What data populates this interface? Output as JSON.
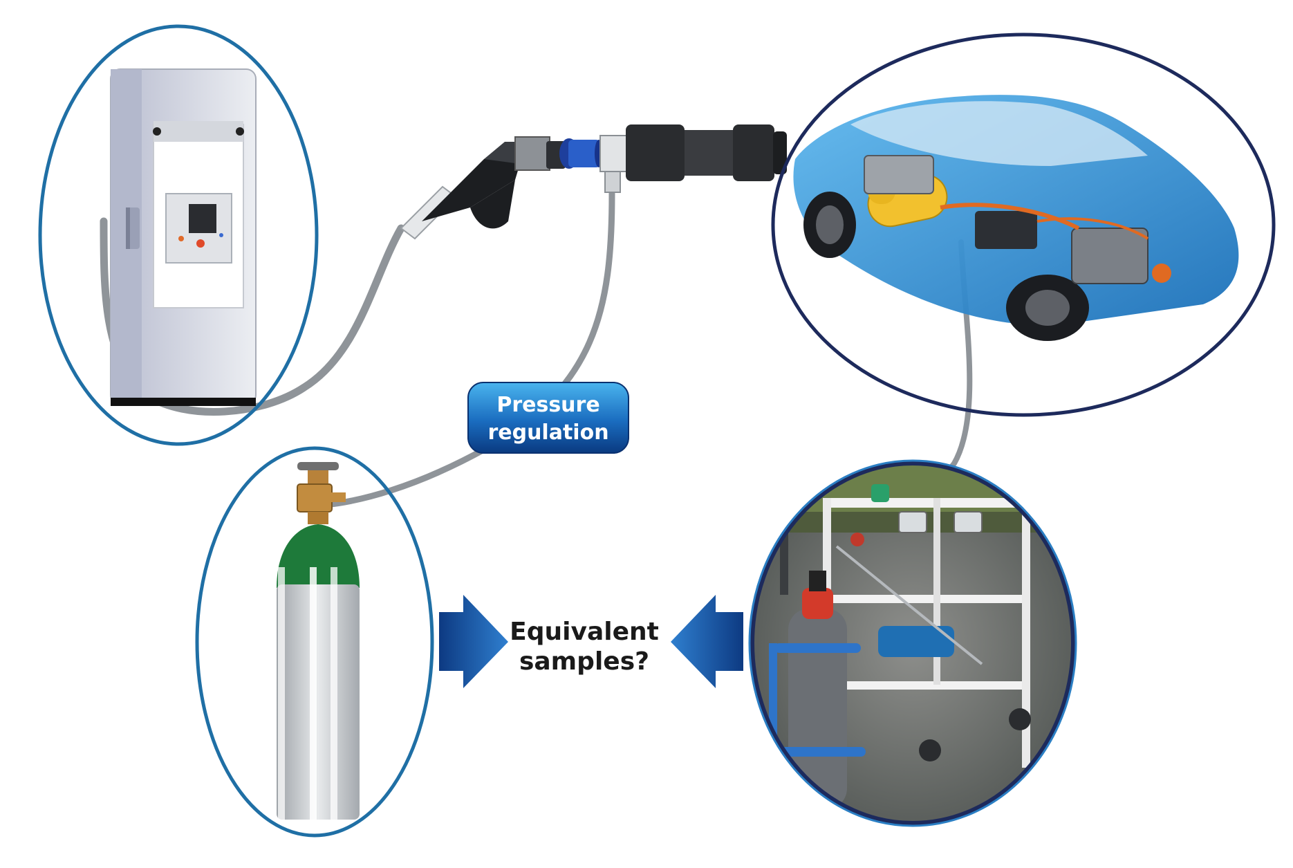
{
  "labels": {
    "pressure_line1": "Pressure",
    "pressure_line2": "regulation",
    "question_line1": "Equivalent",
    "question_line2": "samples?"
  },
  "colors": {
    "ellipse_outline": "#1f6fa5",
    "ellipse_outline_dark": "#1d2a5c",
    "arrow_dark": "#0f3f8c",
    "arrow_light": "#3f8fd6",
    "badge_top": "#3ea6e6",
    "badge_bottom": "#0b3f86",
    "hose": "#8f9499",
    "car_body": "#2a8fd8",
    "cylinder_green": "#1e7a3a",
    "cylinder_silver": "#c9cdd1",
    "text_dark": "#1a1a1a",
    "text_light": "#ffffff"
  },
  "icons": [
    "hydrogen-dispenser-icon",
    "fuel-nozzle-icon",
    "fuel-cell-car-icon",
    "gas-cylinder-icon",
    "sampling-cart-icon",
    "right-arrow-icon",
    "left-arrow-icon"
  ]
}
